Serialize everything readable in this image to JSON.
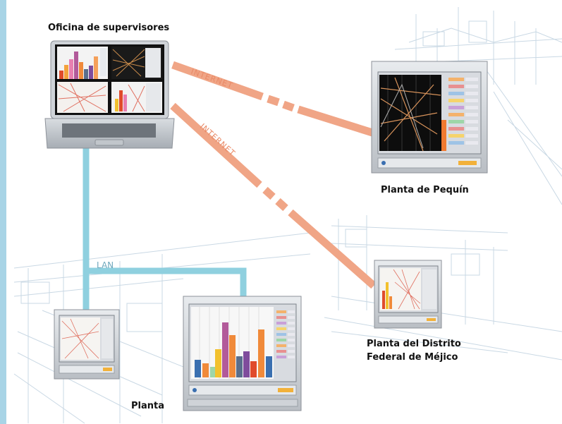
{
  "nodes": {
    "supervisor_office": {
      "label": "Oficina de supervisores"
    },
    "plant_pequin": {
      "label": "Planta de Pequín"
    },
    "plant_df_line1": {
      "label": "Planta del Distrito"
    },
    "plant_df_line2": {
      "label": "Federal de Méjico"
    },
    "plant_local": {
      "label": "Planta"
    }
  },
  "links": {
    "internet_1": {
      "label": "INTERNET"
    },
    "internet_2": {
      "label": "INTERNET"
    },
    "lan": {
      "label": "LAN"
    }
  },
  "colors": {
    "internet_link": "#f0a586",
    "lan_link": "#8fd0df",
    "left_stripe": "#a8d4e6",
    "background_sketch": "#c9d8e4"
  },
  "icons": {
    "laptop": "laptop-icon",
    "recorder": "paperless-recorder-icon"
  }
}
